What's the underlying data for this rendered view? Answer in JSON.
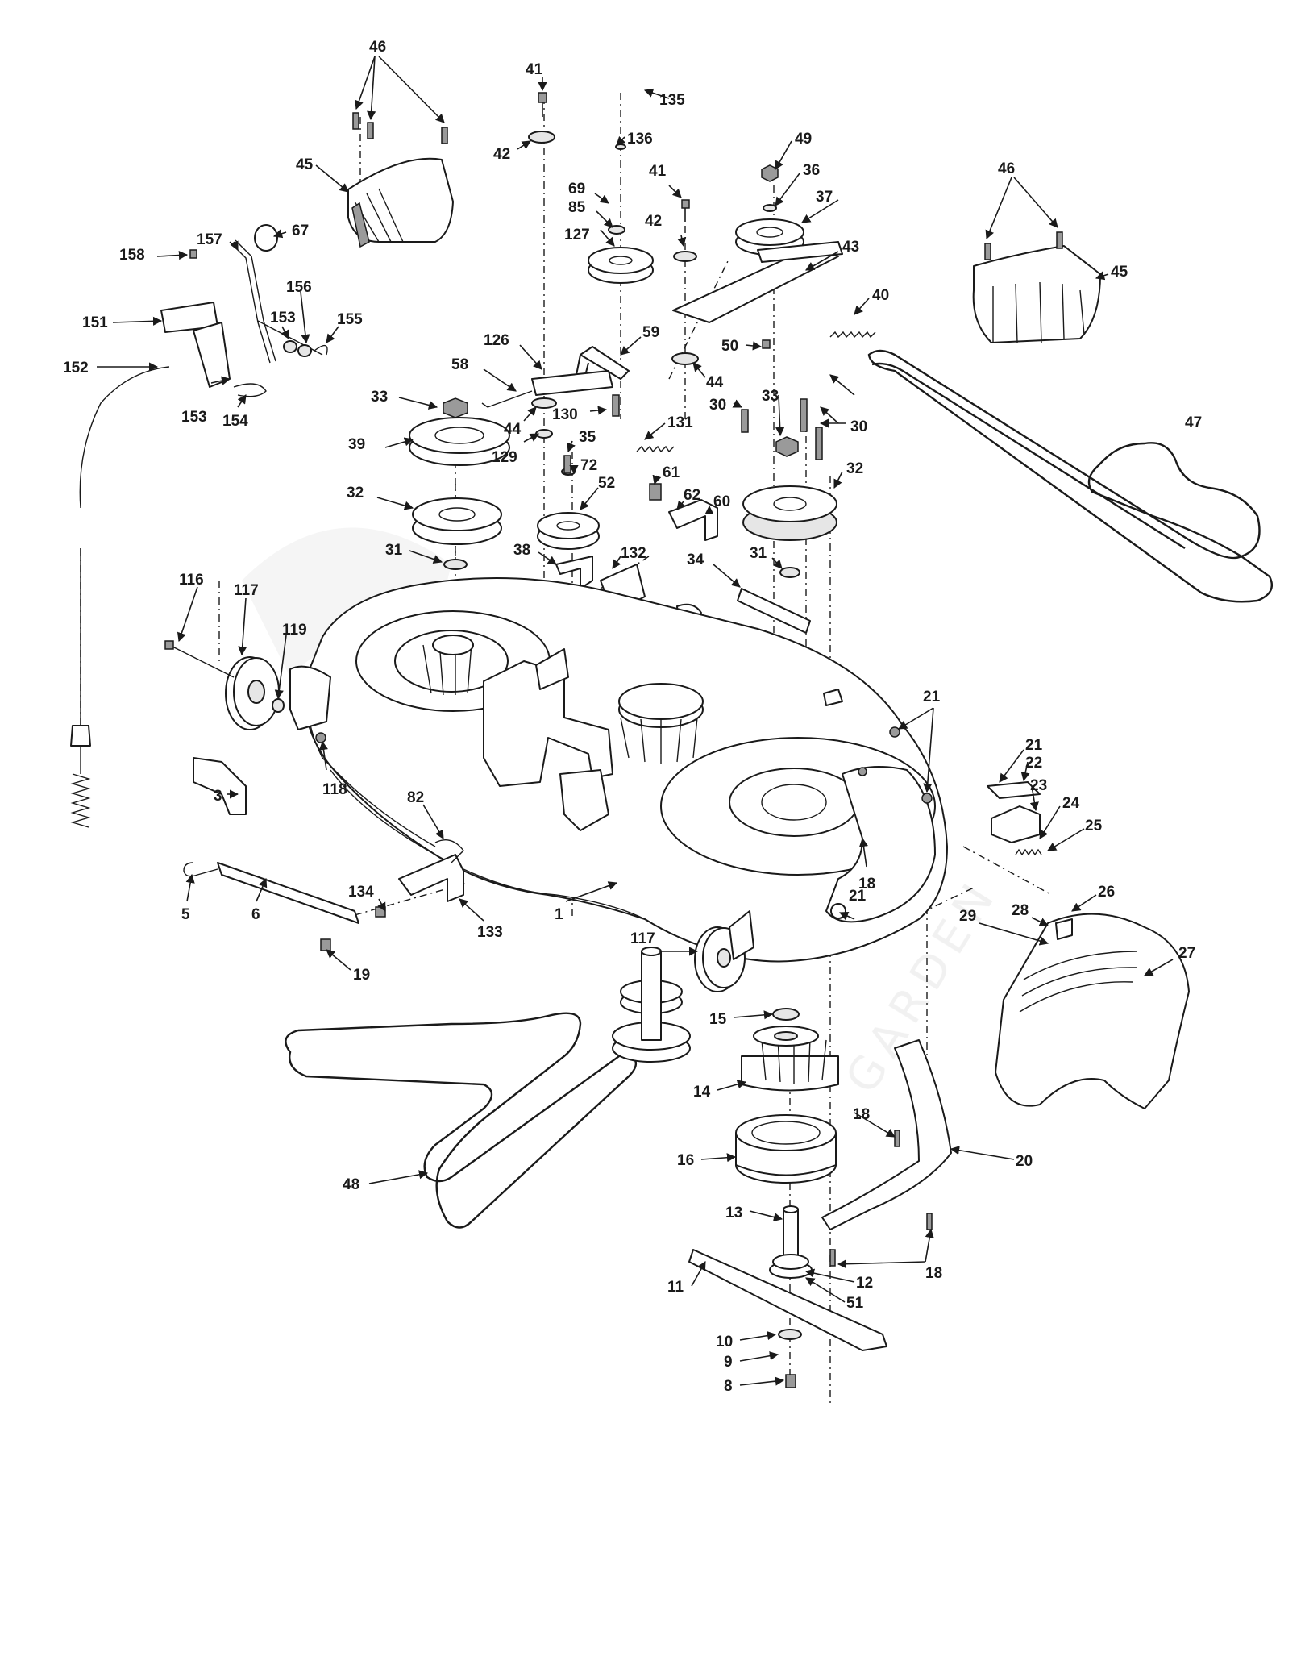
{
  "diagram": {
    "callouts": [
      {
        "id": "c46a",
        "text": "46"
      },
      {
        "id": "c45a",
        "text": "45"
      },
      {
        "id": "c41a",
        "text": "41"
      },
      {
        "id": "c42a",
        "text": "42"
      },
      {
        "id": "c135",
        "text": "135"
      },
      {
        "id": "c136",
        "text": "136"
      },
      {
        "id": "c69",
        "text": "69"
      },
      {
        "id": "c85",
        "text": "85"
      },
      {
        "id": "c127",
        "text": "127"
      },
      {
        "id": "c41b",
        "text": "41"
      },
      {
        "id": "c42b",
        "text": "42"
      },
      {
        "id": "c49",
        "text": "49"
      },
      {
        "id": "c36",
        "text": "36"
      },
      {
        "id": "c37",
        "text": "37"
      },
      {
        "id": "c43",
        "text": "43"
      },
      {
        "id": "c46b",
        "text": "46"
      },
      {
        "id": "c45b",
        "text": "45"
      },
      {
        "id": "c40",
        "text": "40"
      },
      {
        "id": "c67",
        "text": "67"
      },
      {
        "id": "c157",
        "text": "157"
      },
      {
        "id": "c158",
        "text": "158"
      },
      {
        "id": "c156",
        "text": "156"
      },
      {
        "id": "c153a",
        "text": "153"
      },
      {
        "id": "c155",
        "text": "155"
      },
      {
        "id": "c151",
        "text": "151"
      },
      {
        "id": "c152",
        "text": "152"
      },
      {
        "id": "c153b",
        "text": "153"
      },
      {
        "id": "c154",
        "text": "154"
      },
      {
        "id": "c59",
        "text": "59"
      },
      {
        "id": "c50",
        "text": "50"
      },
      {
        "id": "c126",
        "text": "126"
      },
      {
        "id": "c58",
        "text": "58"
      },
      {
        "id": "c44a",
        "text": "44"
      },
      {
        "id": "c44b",
        "text": "44"
      },
      {
        "id": "c130",
        "text": "130"
      },
      {
        "id": "c33a",
        "text": "33"
      },
      {
        "id": "c131",
        "text": "131"
      },
      {
        "id": "c30a",
        "text": "30"
      },
      {
        "id": "c33b",
        "text": "33"
      },
      {
        "id": "c30b",
        "text": "30"
      },
      {
        "id": "c47",
        "text": "47"
      },
      {
        "id": "c39",
        "text": "39"
      },
      {
        "id": "c129",
        "text": "129"
      },
      {
        "id": "c35",
        "text": "35"
      },
      {
        "id": "c72",
        "text": "72"
      },
      {
        "id": "c52",
        "text": "52"
      },
      {
        "id": "c61",
        "text": "61"
      },
      {
        "id": "c62",
        "text": "62"
      },
      {
        "id": "c60",
        "text": "60"
      },
      {
        "id": "c32a",
        "text": "32"
      },
      {
        "id": "c32b",
        "text": "32"
      },
      {
        "id": "c31a",
        "text": "31"
      },
      {
        "id": "c38",
        "text": "38"
      },
      {
        "id": "c132",
        "text": "132"
      },
      {
        "id": "c31b",
        "text": "31"
      },
      {
        "id": "c34",
        "text": "34"
      },
      {
        "id": "c116",
        "text": "116"
      },
      {
        "id": "c117a",
        "text": "117"
      },
      {
        "id": "c119",
        "text": "119"
      },
      {
        "id": "c21a",
        "text": "21"
      },
      {
        "id": "c21b",
        "text": "21"
      },
      {
        "id": "c22",
        "text": "22"
      },
      {
        "id": "c23",
        "text": "23"
      },
      {
        "id": "c24",
        "text": "24"
      },
      {
        "id": "c25",
        "text": "25"
      },
      {
        "id": "c118",
        "text": "118"
      },
      {
        "id": "c82",
        "text": "82"
      },
      {
        "id": "c3",
        "text": "3"
      },
      {
        "id": "c18a",
        "text": "18"
      },
      {
        "id": "c26",
        "text": "26"
      },
      {
        "id": "c134",
        "text": "134"
      },
      {
        "id": "c133",
        "text": "133"
      },
      {
        "id": "c5",
        "text": "5"
      },
      {
        "id": "c6",
        "text": "6"
      },
      {
        "id": "c1",
        "text": "1"
      },
      {
        "id": "c21c",
        "text": "21"
      },
      {
        "id": "c28",
        "text": "28"
      },
      {
        "id": "c29",
        "text": "29"
      },
      {
        "id": "c27",
        "text": "27"
      },
      {
        "id": "c19",
        "text": "19"
      },
      {
        "id": "c117b",
        "text": "117"
      },
      {
        "id": "c15",
        "text": "15"
      },
      {
        "id": "c14",
        "text": "14"
      },
      {
        "id": "c18b",
        "text": "18"
      },
      {
        "id": "c16",
        "text": "16"
      },
      {
        "id": "c20",
        "text": "20"
      },
      {
        "id": "c48",
        "text": "48"
      },
      {
        "id": "c13",
        "text": "13"
      },
      {
        "id": "c18c",
        "text": "18"
      },
      {
        "id": "c12",
        "text": "12"
      },
      {
        "id": "c11",
        "text": "11"
      },
      {
        "id": "c51",
        "text": "51"
      },
      {
        "id": "c10",
        "text": "10"
      },
      {
        "id": "c9",
        "text": "9"
      },
      {
        "id": "c8",
        "text": "8"
      }
    ]
  },
  "watermark": {
    "text": "GARDEN"
  }
}
